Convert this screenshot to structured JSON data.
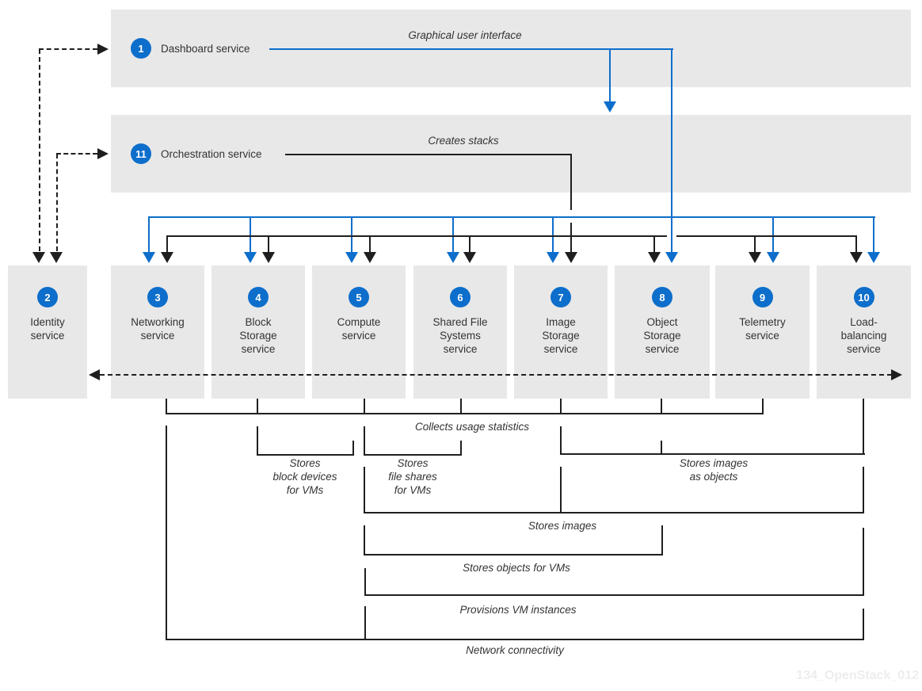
{
  "colors": {
    "accent_blue": "#0d6ecb",
    "line_black": "#1f1f1f",
    "box_gray": "#e8e8e8",
    "text": "#333333",
    "watermark_gray": "#ededed"
  },
  "top_bands": [
    {
      "number": "1",
      "label": "Dashboard service",
      "caption": "Graphical user interface"
    },
    {
      "number": "11",
      "label": "Orchestration service",
      "caption": "Creates stacks"
    }
  ],
  "identity": {
    "number": "2",
    "label": "Identity\nservice"
  },
  "services": [
    {
      "number": "3",
      "label": "Networking\nservice"
    },
    {
      "number": "4",
      "label": "Block\nStorage\nservice"
    },
    {
      "number": "5",
      "label": "Compute\nservice"
    },
    {
      "number": "6",
      "label": "Shared File\nSystems\nservice"
    },
    {
      "number": "7",
      "label": "Image\nStorage\nservice"
    },
    {
      "number": "8",
      "label": "Object\nStorage\nservice"
    },
    {
      "number": "9",
      "label": "Telemetry\nservice"
    },
    {
      "number": "10",
      "label": "Load-\nbalancing\nservice"
    }
  ],
  "relations": {
    "collects_usage": "Collects usage statistics",
    "block_devices": "Stores\nblock devices\nfor VMs",
    "file_shares": "Stores\nfile shares\nfor VMs",
    "images_as_objects": "Stores images\nas objects",
    "stores_images": "Stores images",
    "objects_for_vms": "Stores objects for VMs",
    "provisions_vms": "Provisions VM instances",
    "network_connectivity": "Network connectivity"
  },
  "watermark": "134_OpenStack_012"
}
